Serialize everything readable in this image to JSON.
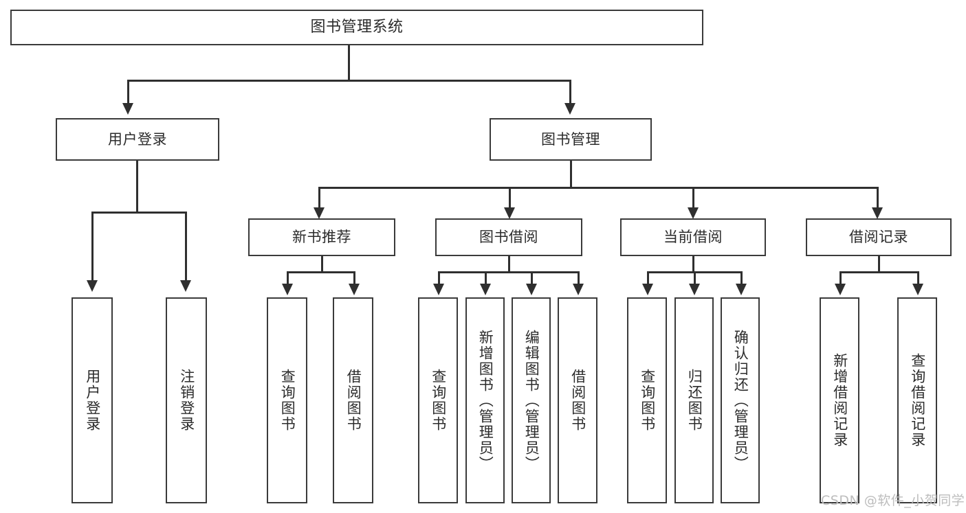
{
  "diagram": {
    "title": "图书管理系统",
    "type": "hierarchy-tree",
    "root": {
      "label": "图书管理系统"
    },
    "level2": [
      {
        "label": "用户登录"
      },
      {
        "label": "图书管理"
      }
    ],
    "level3": [
      {
        "label": "新书推荐"
      },
      {
        "label": "图书借阅"
      },
      {
        "label": "当前借阅"
      },
      {
        "label": "借阅记录"
      }
    ],
    "leaves": {
      "user_login": [
        {
          "label": "用户登录"
        },
        {
          "label": "注销登录"
        }
      ],
      "new_book_recommend": [
        {
          "label": "查询图书"
        },
        {
          "label": "借阅图书"
        }
      ],
      "book_borrow": [
        {
          "label": "查询图书"
        },
        {
          "label": "新增图书（管理员）"
        },
        {
          "label": "编辑图书（管理员）"
        },
        {
          "label": "借阅图书"
        }
      ],
      "current_borrow": [
        {
          "label": "查询图书"
        },
        {
          "label": "归还图书"
        },
        {
          "label": "确认归还（管理员）"
        }
      ],
      "borrow_record": [
        {
          "label": "新增借阅记录"
        },
        {
          "label": "查询借阅记录"
        }
      ]
    }
  },
  "watermark": {
    "text": "CSDN @软件_小贺同学"
  },
  "colors": {
    "box_border": "#3a3a3a",
    "connector": "#2f2f2f",
    "text": "#2b2b2b",
    "background": "#ffffff",
    "watermark": "#bdbdbd"
  }
}
